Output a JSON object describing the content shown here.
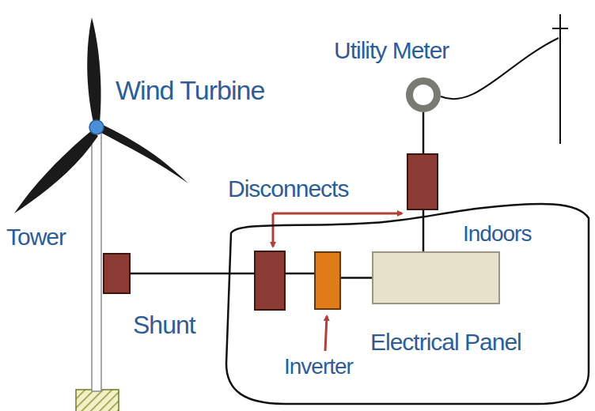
{
  "diagram": {
    "nodes": [
      {
        "text": [
          "Indoors"
        ]
      },
      {
        "text": [
          "Shunt"
        ]
      },
      {
        "text": [
          "Inverter"
        ],
        "in": 0
      },
      {
        "text": [
          "Electrical Panel"
        ],
        "in": 0
      },
      {
        "text": [
          "Utility Meter"
        ]
      }
    ],
    "edges": [
      {
        "from": 1,
        "to": 2,
        "arrow": "none"
      },
      {
        "from": 2,
        "to": 3,
        "arrow": "none"
      },
      {
        "from": 3,
        "to": 4,
        "arrow": "none"
      }
    ],
    "labels": [
      "Wind Turbine",
      "Tower",
      "Disconnects"
    ]
  }
}
